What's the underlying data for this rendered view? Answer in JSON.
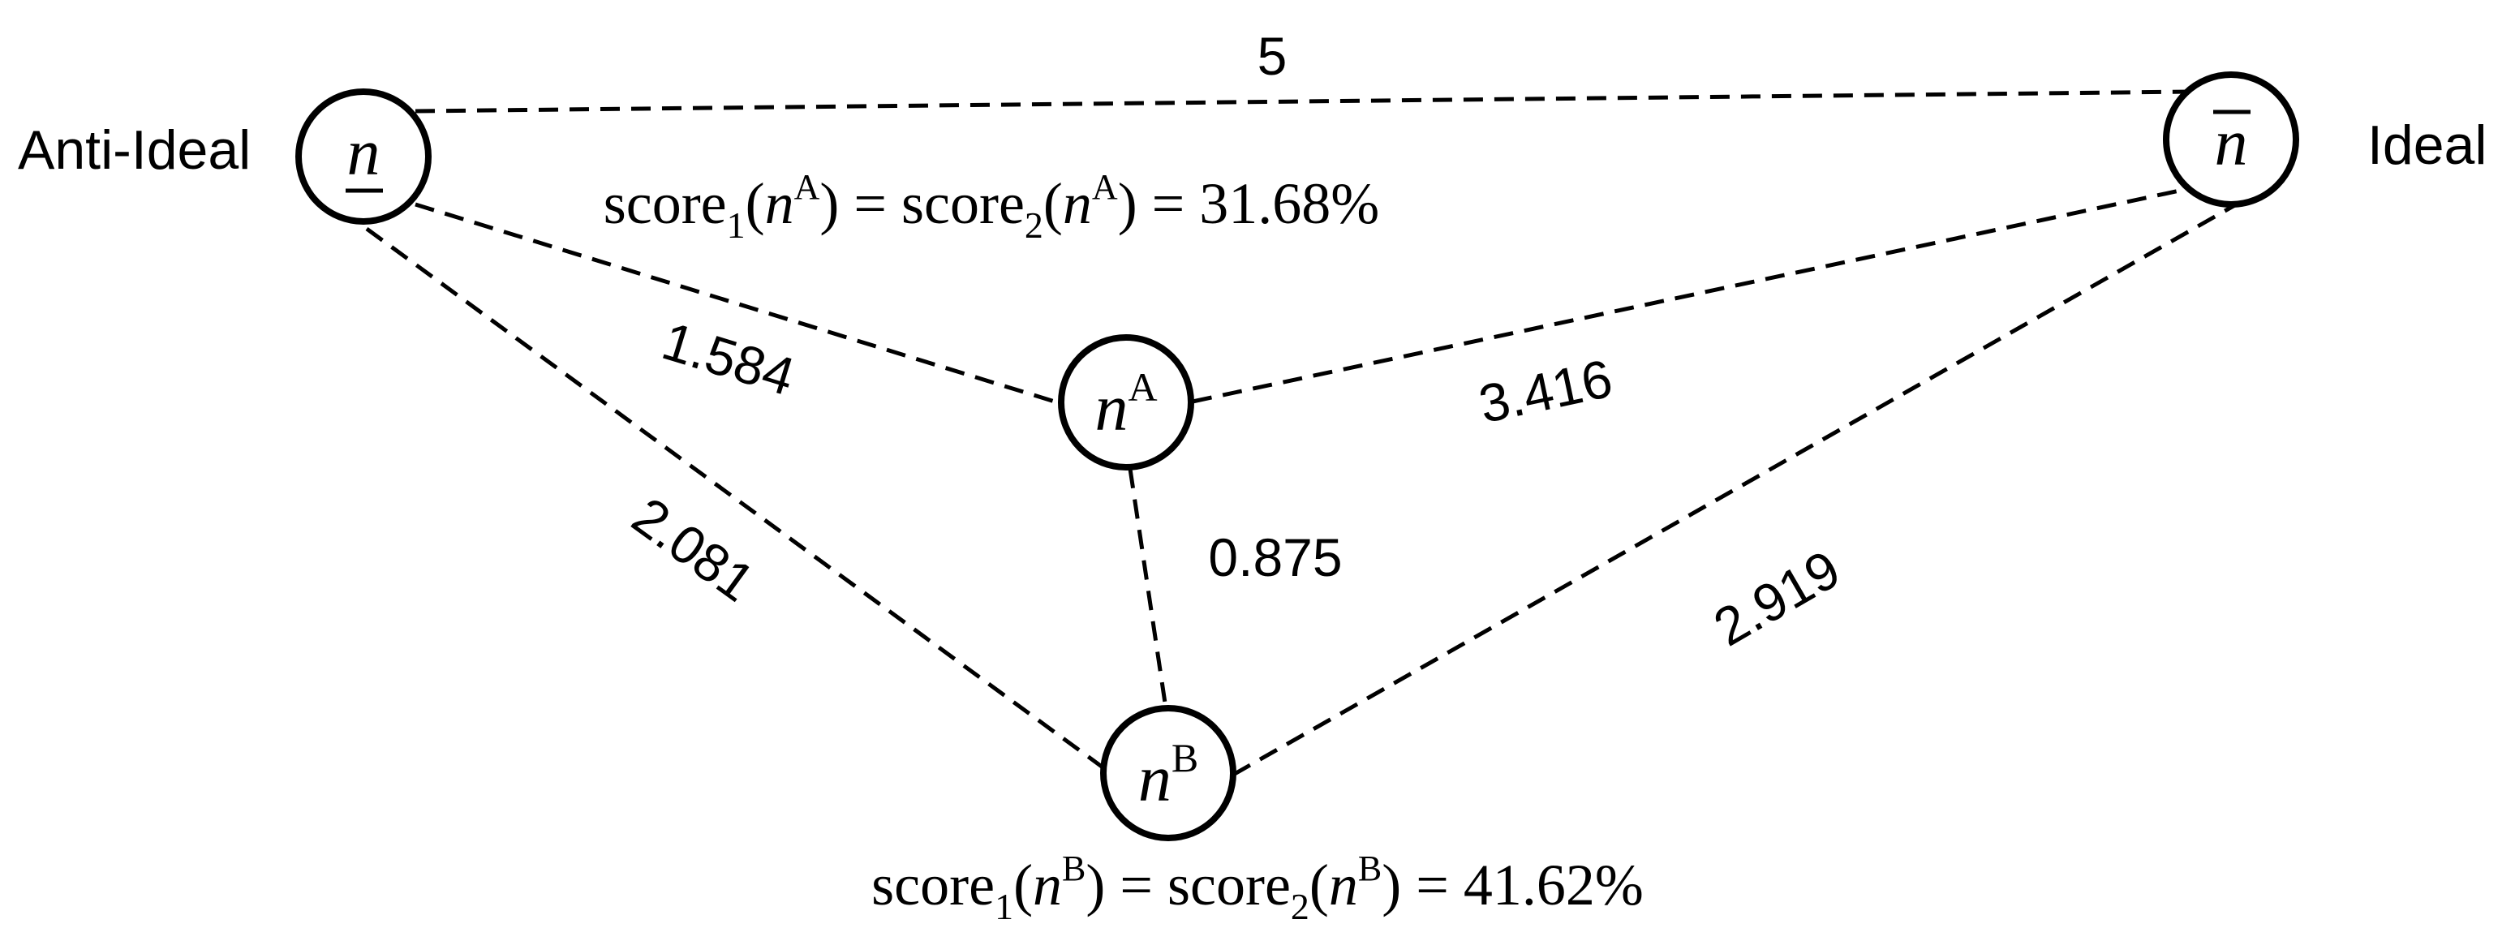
{
  "nodes": {
    "anti_ideal": {
      "label": "Anti-Ideal",
      "symbol": "n"
    },
    "ideal": {
      "label": "Ideal",
      "symbol": "n"
    },
    "a": {
      "symbol": "n",
      "sup": "A"
    },
    "b": {
      "symbol": "n",
      "sup": "B"
    }
  },
  "edges": {
    "anti_ideal_ideal": "5",
    "anti_ideal_a": "1.584",
    "a_ideal": "3.416",
    "anti_ideal_b": "2.081",
    "a_b": "0.875",
    "b_ideal": "2.919"
  },
  "scores": {
    "a": {
      "fn": "score",
      "sub1": "1",
      "sub2": "2",
      "var": "n",
      "sup": "A",
      "value": "31.68%"
    },
    "b": {
      "fn": "score",
      "sub1": "1",
      "sub2": "2",
      "var": "n",
      "sup": "B",
      "value": "41.62%"
    }
  }
}
